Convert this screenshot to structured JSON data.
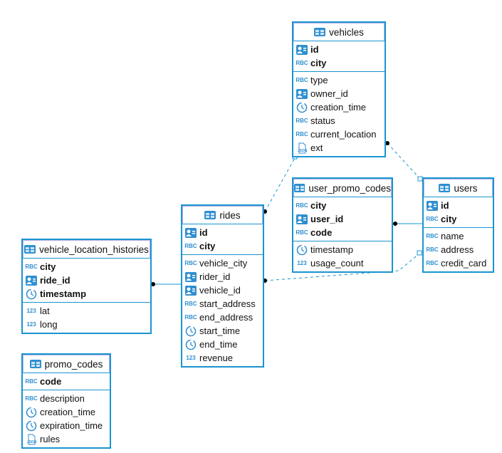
{
  "colors": {
    "border": "#1a94d0",
    "icon": "#2f8fd0",
    "header_border": "#b9b2e6"
  },
  "tables": {
    "vehicles": {
      "name": "vehicles",
      "keys": [
        {
          "name": "id",
          "type": "id"
        },
        {
          "name": "city",
          "type": "text"
        }
      ],
      "cols": [
        {
          "name": "type",
          "type": "text"
        },
        {
          "name": "owner_id",
          "type": "id"
        },
        {
          "name": "creation_time",
          "type": "time"
        },
        {
          "name": "status",
          "type": "text"
        },
        {
          "name": "current_location",
          "type": "text"
        },
        {
          "name": "ext",
          "type": "json"
        }
      ]
    },
    "user_promo_codes": {
      "name": "user_promo_codes",
      "keys": [
        {
          "name": "city",
          "type": "text"
        },
        {
          "name": "user_id",
          "type": "id"
        },
        {
          "name": "code",
          "type": "text"
        }
      ],
      "cols": [
        {
          "name": "timestamp",
          "type": "time"
        },
        {
          "name": "usage_count",
          "type": "number"
        }
      ]
    },
    "users": {
      "name": "users",
      "keys": [
        {
          "name": "id",
          "type": "id"
        },
        {
          "name": "city",
          "type": "text"
        }
      ],
      "cols": [
        {
          "name": "name",
          "type": "text"
        },
        {
          "name": "address",
          "type": "text"
        },
        {
          "name": "credit_card",
          "type": "text"
        }
      ]
    },
    "rides": {
      "name": "rides",
      "keys": [
        {
          "name": "id",
          "type": "id"
        },
        {
          "name": "city",
          "type": "text"
        }
      ],
      "cols": [
        {
          "name": "vehicle_city",
          "type": "text"
        },
        {
          "name": "rider_id",
          "type": "id"
        },
        {
          "name": "vehicle_id",
          "type": "id"
        },
        {
          "name": "start_address",
          "type": "text"
        },
        {
          "name": "end_address",
          "type": "text"
        },
        {
          "name": "start_time",
          "type": "time"
        },
        {
          "name": "end_time",
          "type": "time"
        },
        {
          "name": "revenue",
          "type": "number"
        }
      ]
    },
    "vehicle_location_histories": {
      "name": "vehicle_location_histories",
      "keys": [
        {
          "name": "city",
          "type": "text"
        },
        {
          "name": "ride_id",
          "type": "id"
        },
        {
          "name": "timestamp",
          "type": "time"
        }
      ],
      "cols": [
        {
          "name": "lat",
          "type": "number"
        },
        {
          "name": "long",
          "type": "number"
        }
      ]
    },
    "promo_codes": {
      "name": "promo_codes",
      "keys": [
        {
          "name": "code",
          "type": "text"
        }
      ],
      "cols": [
        {
          "name": "description",
          "type": "text"
        },
        {
          "name": "creation_time",
          "type": "time"
        },
        {
          "name": "expiration_time",
          "type": "time"
        },
        {
          "name": "rules",
          "type": "json"
        }
      ]
    }
  },
  "type_labels": {
    "text": "RBC",
    "number": "123",
    "json": "JSON"
  }
}
